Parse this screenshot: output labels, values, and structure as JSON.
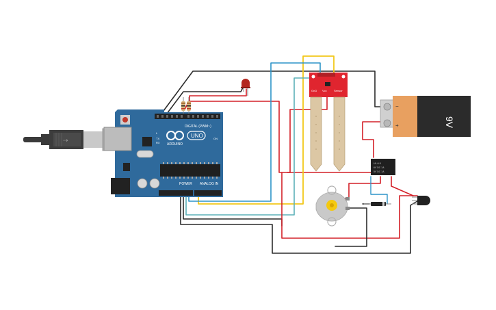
{
  "arduino": {
    "brand_label": "ARDUINO",
    "model_label": "UNO",
    "digital_header_label": "DIGITAL (PWM~)",
    "power_header_label": "POWER",
    "analog_header_label": "ANALOG IN",
    "tx_label": "TX",
    "rx_label": "RX",
    "on_label": "ON",
    "l_label": "L"
  },
  "moisture_sensor": {
    "pin_labels": [
      "GnD",
      "Vcc",
      "Sensor"
    ]
  },
  "battery": {
    "voltage_label": "9V"
  },
  "relay": {
    "label_line1": "UL-6-5",
    "label_line2": "6V DC 1A",
    "label_line3": "5V DC 1A"
  },
  "battery_terminals": {
    "minus": "−",
    "plus": "+"
  },
  "colors": {
    "board_blue": "#2f6a9c",
    "wire_red": "#d42028",
    "wire_black": "#2b2b2b",
    "wire_yellow": "#f2c81a",
    "wire_blue": "#2d94c8",
    "wire_teal": "#5bb0b8",
    "sensor_red": "#e0252f",
    "battery_orange": "#e8a060"
  }
}
